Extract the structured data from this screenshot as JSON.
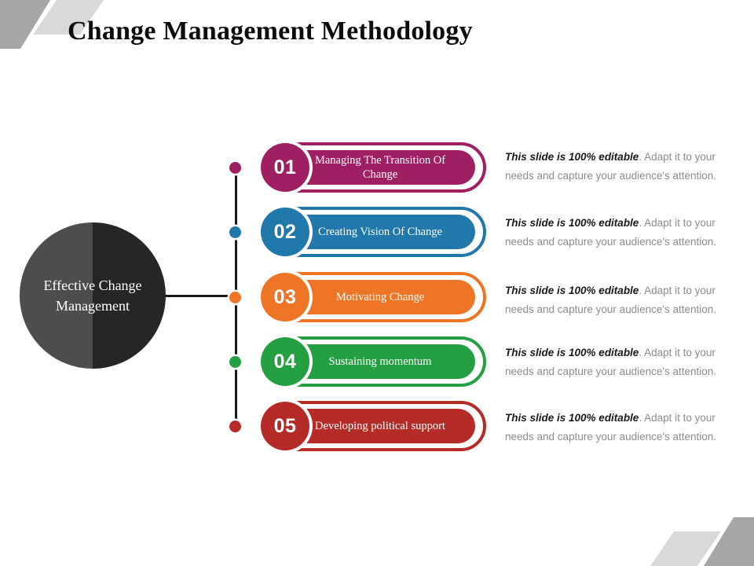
{
  "slide": {
    "title": "Change Management Methodology",
    "background": "#ffffff"
  },
  "decorations": {
    "top_left_dark_color": "#a6a6a6",
    "top_left_light_color": "#d9d9d9",
    "bottom_right_dark_color": "#a6a6a6",
    "bottom_right_light_color": "#d9d9d9"
  },
  "hub": {
    "label": "Effective Change Management",
    "left_half_color": "#4d4d4d",
    "right_half_color": "#262626",
    "text_color": "#ffffff"
  },
  "connector": {
    "line_color": "#1a1a1a"
  },
  "steps": [
    {
      "number": "01",
      "label": "Managing The Transition Of Change",
      "color": "#9e2063",
      "description_bold": "This slide is 100% editable",
      "description_rest": ". Adapt it to your needs and capture your audience's attention."
    },
    {
      "number": "02",
      "label": "Creating Vision Of Change",
      "color": "#2078ab",
      "description_bold": "This slide is 100% editable",
      "description_rest": ". Adapt it to your needs and capture your audience's attention."
    },
    {
      "number": "03",
      "label": "Motivating Change",
      "color": "#ee7526",
      "description_bold": "This slide is 100% editable",
      "description_rest": ". Adapt it to your needs and capture your audience's attention."
    },
    {
      "number": "04",
      "label": "Sustaining momentum",
      "color": "#24a043",
      "description_bold": "This slide is 100% editable",
      "description_rest": ". Adapt it to your needs and capture your audience's attention."
    },
    {
      "number": "05",
      "label": "Developing political support",
      "color": "#b42b27",
      "description_bold": "This slide is 100% editable",
      "description_rest": ". Adapt it to your needs and capture your audience's attention."
    }
  ]
}
